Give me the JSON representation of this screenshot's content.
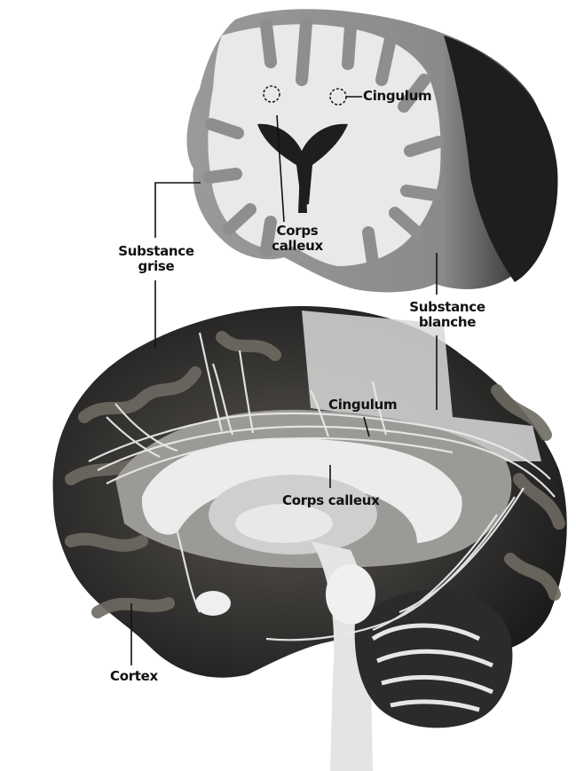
{
  "labels": {
    "cingulum_top": "Cingulum",
    "corps_calleux_top": [
      "Corps",
      "calleux"
    ],
    "substance_grise": [
      "Substance",
      "grise"
    ],
    "substance_blanche": [
      "Substance",
      "blanche"
    ],
    "cingulum_bottom": "Cingulum",
    "corps_calleux_bottom": "Corps calleux",
    "cortex": "Cortex"
  },
  "colors": {
    "grey_matter": "#8f8f8f",
    "white_matter": "#e6e6e6",
    "dark_cortex": "#2a2a2a",
    "fibers": "#d8d8d8"
  }
}
